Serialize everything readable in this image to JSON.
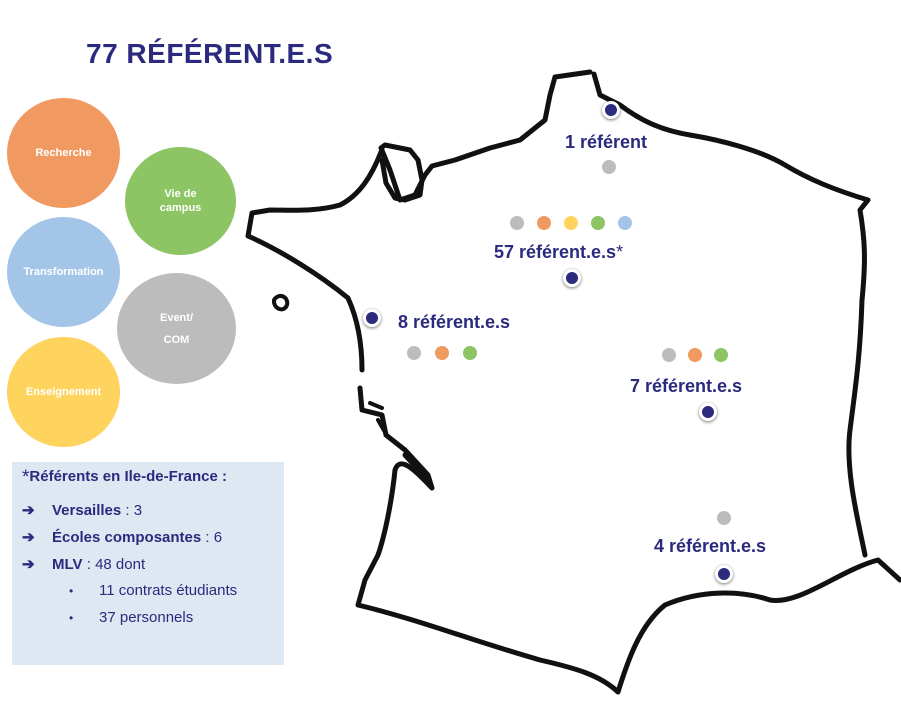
{
  "title": "77 RÉFÉRENT.E.S",
  "legend": {
    "recherche": "Recherche",
    "vie_line1": "Vie de",
    "vie_line2": "campus",
    "transformation": "Transformation",
    "event_line1": "Event/",
    "event_line2": "COM",
    "enseignement": "Enseignement"
  },
  "regions": {
    "north": "1 référent",
    "idf": "57 référent.e.s",
    "idf_star": "*",
    "west": "8 référent.e.s",
    "east": "7 référent.e.s",
    "south": "4 référent.e.s"
  },
  "note": {
    "star": "*",
    "heading": "Référents en Ile-de-France :",
    "arrow": "➔",
    "bullet": "•",
    "versailles_label": "Versailles",
    "versailles_value": " : 3",
    "ecoles_label": "Écoles composantes",
    "ecoles_value": " : 6",
    "mlv_label": "MLV",
    "mlv_value": " : 48 dont",
    "sub1": "11 contrats étudiants",
    "sub2": "37 personnels"
  },
  "colors": {
    "navy": "#2b2a7e",
    "recherche": "#f09a61",
    "vie_de_campus": "#8dc464",
    "transformation": "#a3c6e8",
    "event_com": "#bcbcbc",
    "enseignement": "#fed35e",
    "note_bg": "#dde8f3"
  }
}
